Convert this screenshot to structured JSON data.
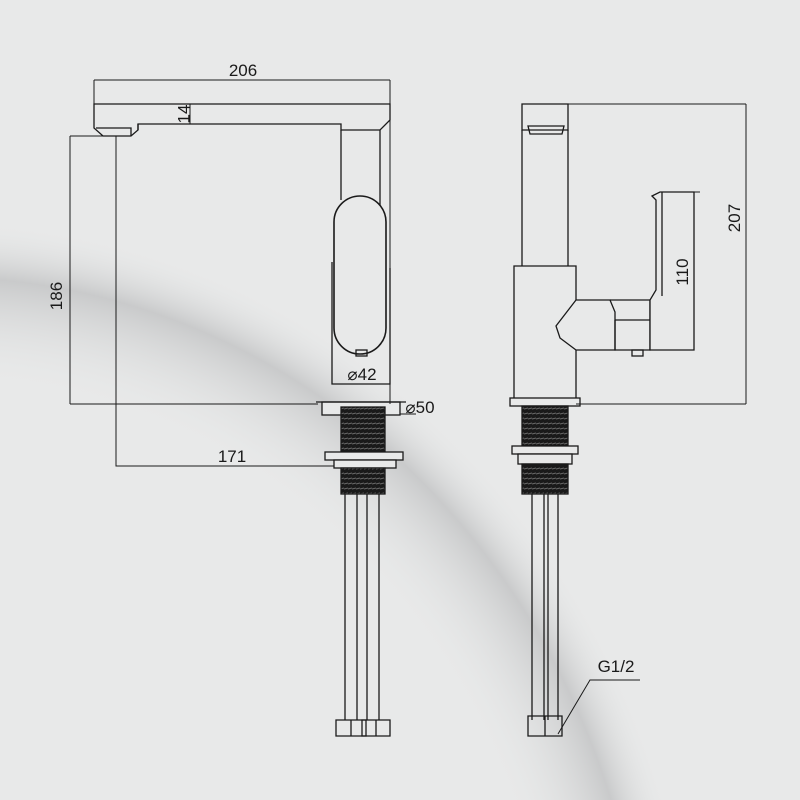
{
  "dimensions": {
    "width_total": "206",
    "spout_thickness": "14",
    "height_outlet": "186",
    "body_diameter": "⌀42",
    "base_diameter": "⌀50",
    "reach": "171",
    "height_total": "207",
    "handle_height": "110",
    "thread": "G1/2"
  },
  "colors": {
    "background": "#e8e9e9",
    "line": "#1a1a1a",
    "shadow": "#c9cacb"
  }
}
